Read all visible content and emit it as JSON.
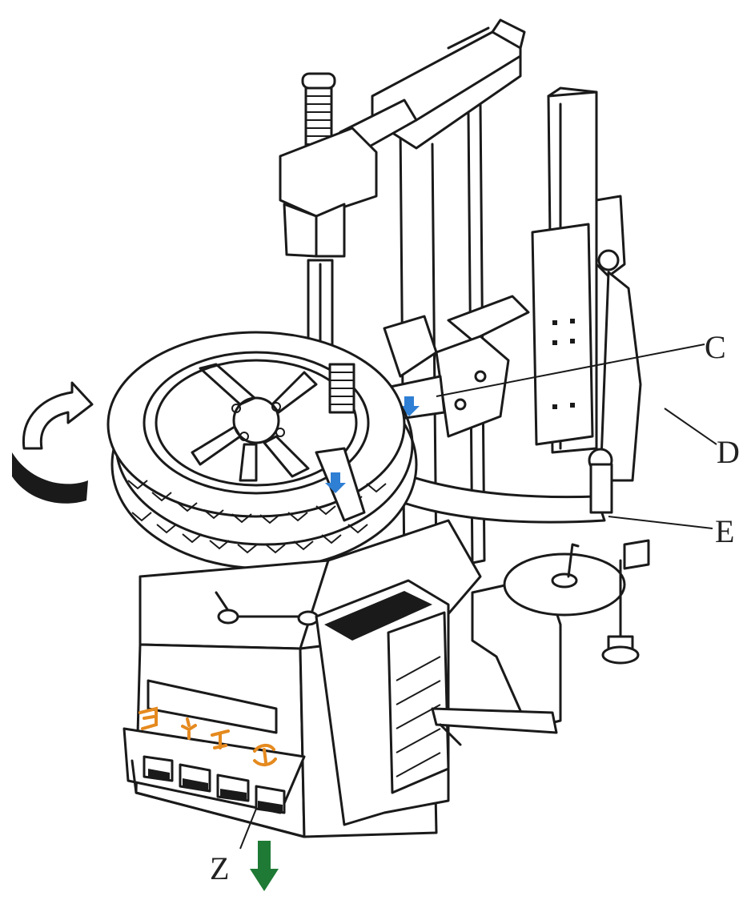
{
  "labels": {
    "C": "C",
    "D": "D",
    "E": "E",
    "Z": "Z"
  },
  "colors": {
    "line": "#1a1a1a",
    "blue_arrow": "#2f7fd4",
    "green_arrow": "#1e7a34",
    "pedal_symbols": "#e58a1f"
  }
}
